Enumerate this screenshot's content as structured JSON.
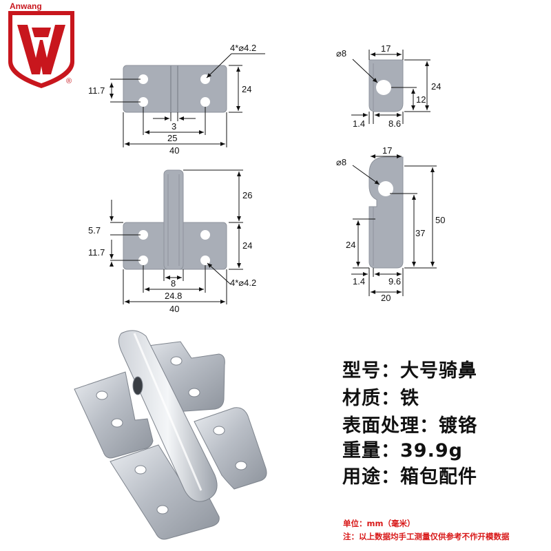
{
  "brand": {
    "name": "Anwang",
    "registered_mark": "®",
    "color": "#c8161d"
  },
  "colors": {
    "part_fill": "#a9aeb7",
    "part_edge": "#8e939c",
    "line": "#111111",
    "note_red": "#d81818"
  },
  "dimensions": {
    "fig1": {
      "hole": "4*⌀4.2",
      "pitch_v": "11.7",
      "height": "24",
      "gap": "3",
      "pitch_h": "25",
      "width": "40"
    },
    "fig2": {
      "hole": "⌀8",
      "width": "17",
      "height": "24",
      "center": "12",
      "thick": "1.4",
      "offset": "8.6"
    },
    "fig3": {
      "post": "26",
      "edge": "5.7",
      "pitch_v": "11.7",
      "height": "24",
      "rod": "8",
      "pitch_h": "24.8",
      "width": "40",
      "hole": "4*⌀4.2"
    },
    "fig4": {
      "hole": "⌀8",
      "width": "17",
      "total": "50",
      "inner": "37",
      "lower": "24",
      "thick": "1.4",
      "offset": "9.6",
      "base": "20"
    }
  },
  "specs": [
    {
      "key": "型号：",
      "value": "大号骑鼻"
    },
    {
      "key": "材质：",
      "value": "铁"
    },
    {
      "key": "表面处理：",
      "value": "镀铬"
    },
    {
      "key": "重量：",
      "value": "39.9g"
    },
    {
      "key": "用途：",
      "value": "箱包配件"
    }
  ],
  "notes": {
    "unit": "单位：mm（毫米）",
    "disclaimer": "注：以上数据均手工测量仅供参考不作开模数据"
  }
}
